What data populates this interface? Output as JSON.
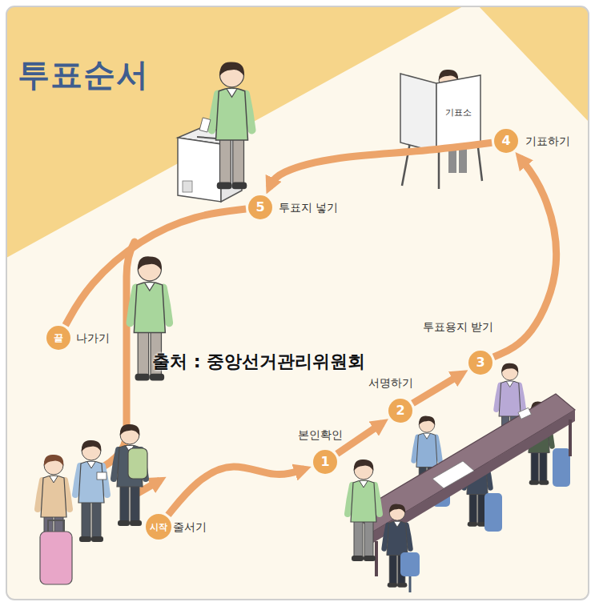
{
  "diagram": {
    "title": "투표순서",
    "nodes": [
      {
        "text": [
          "시작",
          "줄서기"
        ]
      },
      {
        "text": [
          "1",
          "본인확인"
        ]
      },
      {
        "text": [
          "2",
          "서명하기"
        ]
      },
      {
        "text": [
          "3",
          "투표용지 받기"
        ]
      },
      {
        "text": [
          "4",
          "기표하기"
        ]
      },
      {
        "text": [
          "5",
          "투표지 넣기"
        ]
      },
      {
        "text": [
          "끝",
          "나가기"
        ]
      }
    ],
    "edges": [
      {
        "from": 0,
        "to": 1,
        "arrow": "to"
      },
      {
        "from": 1,
        "to": 2,
        "arrow": "to"
      },
      {
        "from": 2,
        "to": 3,
        "arrow": "to"
      },
      {
        "from": 3,
        "to": 4,
        "arrow": "to"
      },
      {
        "from": 4,
        "to": 5,
        "arrow": "to"
      },
      {
        "from": 5,
        "to": 6,
        "arrow": "none"
      }
    ],
    "labels": [
      "기표소",
      "출처 : 중앙선거관리위원회"
    ]
  }
}
